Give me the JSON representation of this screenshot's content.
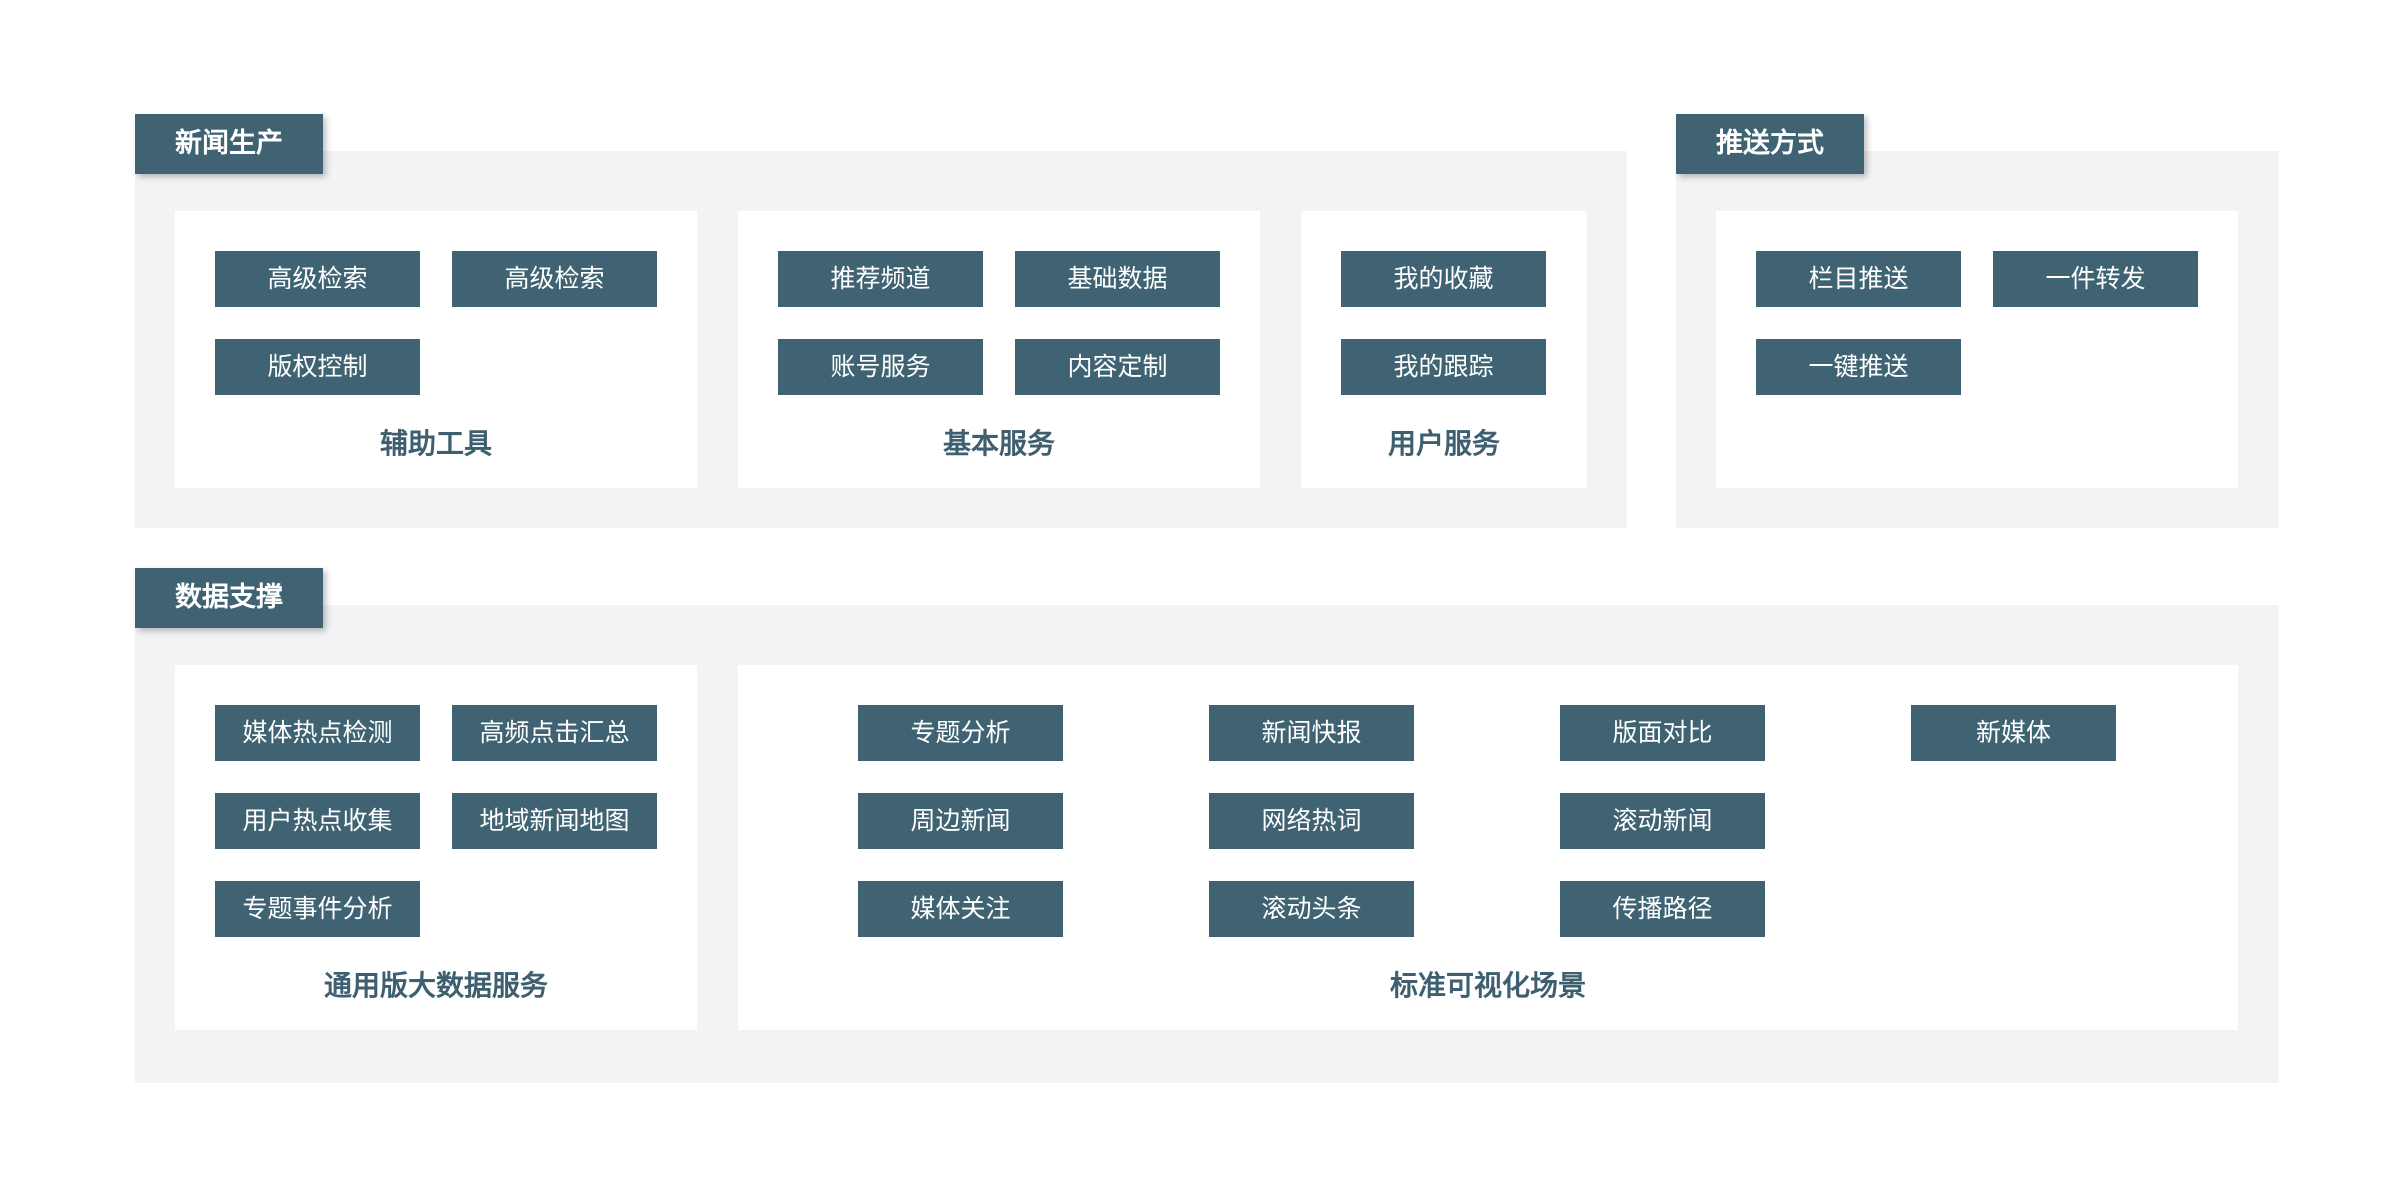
{
  "colors": {
    "tag_bg": "#3f6373",
    "chip_bg": "#3f6373",
    "section_bg": "#f2f3f5",
    "panel_bg": "#ffffff",
    "label_text": "#3e5f70"
  },
  "news_production": {
    "title": "新闻生产",
    "aux_tools": {
      "label": "辅助工具",
      "items": [
        "高级检索",
        "高级检索",
        "版权控制"
      ]
    },
    "basic_services": {
      "label": "基本服务",
      "items": [
        "推荐频道",
        "基础数据",
        "账号服务",
        "内容定制"
      ]
    },
    "user_services": {
      "label": "用户服务",
      "items": [
        "我的收藏",
        "我的跟踪"
      ]
    }
  },
  "push_methods": {
    "title": "推送方式",
    "items": [
      "栏目推送",
      "一件转发",
      "一键推送"
    ]
  },
  "data_support": {
    "title": "数据支撑",
    "bigdata": {
      "label": "通用版大数据服务",
      "items": [
        "媒体热点检测",
        "高频点击汇总",
        "用户热点收集",
        "地域新闻地图",
        "专题事件分析"
      ]
    },
    "visualization": {
      "label": "标准可视化场景",
      "items": [
        "专题分析",
        "新闻快报",
        "版面对比",
        "新媒体",
        "周边新闻",
        "网络热词",
        "滚动新闻",
        "媒体关注",
        "滚动头条",
        "传播路径"
      ]
    }
  }
}
